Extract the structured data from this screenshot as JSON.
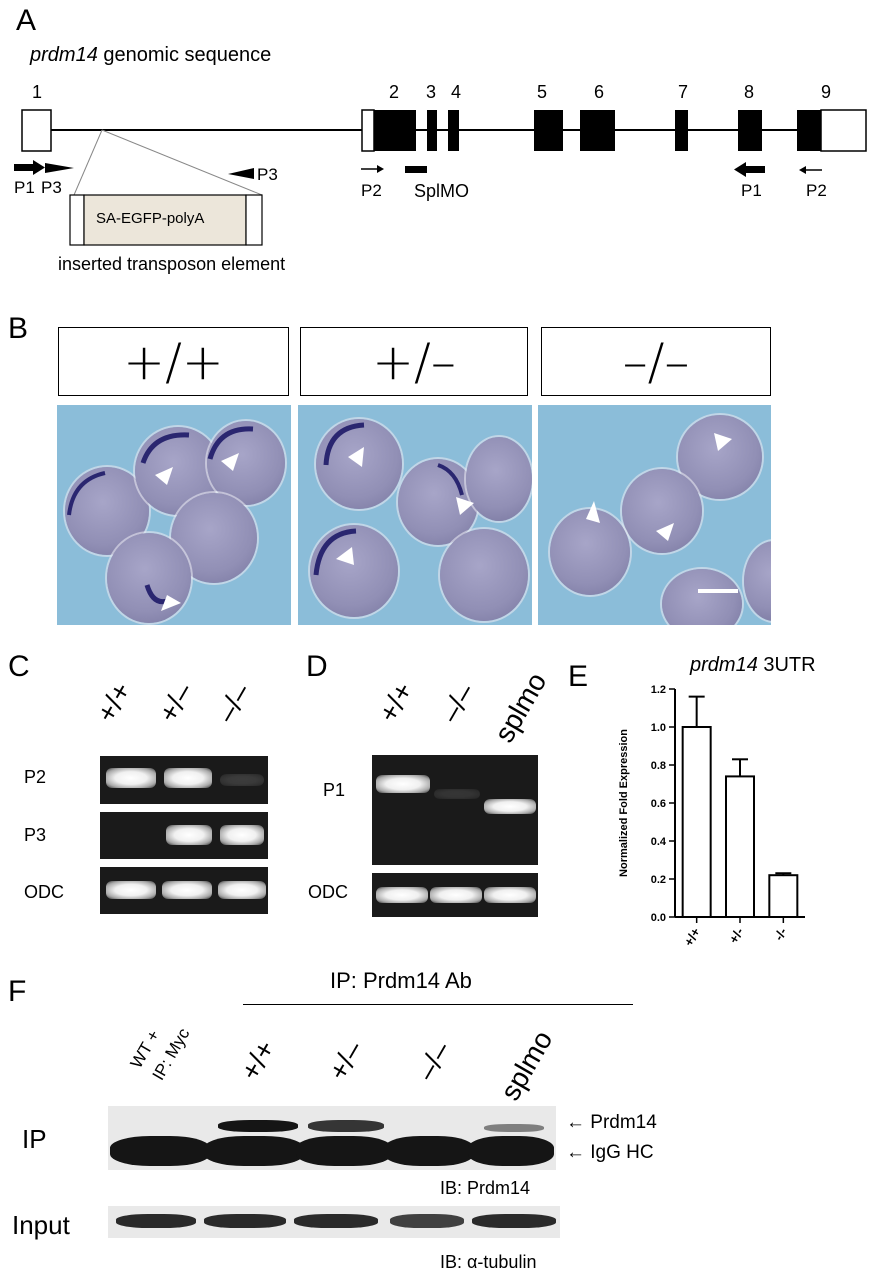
{
  "panelA": {
    "letter": "A",
    "title_italic": "prdm14",
    "title_rest": " genomic sequence",
    "exon_numbers": [
      "1",
      "2",
      "3",
      "4",
      "5",
      "6",
      "7",
      "8",
      "9"
    ],
    "primers": [
      "P1",
      "P3",
      "P3",
      "P2",
      "P1",
      "P2"
    ],
    "splmo": "SplMO",
    "cassette": "SA-EGFP-polyA",
    "transposon_label": "inserted transposon element"
  },
  "panelB": {
    "letter": "B",
    "genotypes": [
      "+/+",
      "+/–",
      "–/–"
    ]
  },
  "panelC": {
    "letter": "C",
    "lanes": [
      "+/+",
      "+/–",
      "–/–"
    ],
    "rows": [
      "P2",
      "P3",
      "ODC"
    ]
  },
  "panelD": {
    "letter": "D",
    "lanes": [
      "+/+",
      "–/–",
      "splmo"
    ],
    "rows": [
      "P1",
      "ODC"
    ]
  },
  "panelE": {
    "letter": "E",
    "title_italic": "prdm14",
    "title_rest": " 3UTR"
  },
  "panelF": {
    "letter": "F",
    "ip_header": "IP: Prdm14 Ab",
    "control_lane_line1": "WT +",
    "control_lane_line2": "IP: Myc",
    "lanes": [
      "+/+",
      "+/–",
      "–/–",
      "splmo"
    ],
    "row_ip": "IP",
    "row_input": "Input",
    "arrow_prdm14": "←  Prdm14",
    "arrow_igg": "←  IgG HC",
    "ib_prdm14": "IB: Prdm14",
    "ib_tubulin": "IB: α-tubulin"
  },
  "chart_data": {
    "type": "bar",
    "title": "prdm14 3UTR",
    "categories": [
      "+/+",
      "+/-",
      "-/-"
    ],
    "values": [
      1.0,
      0.74,
      0.22
    ],
    "errors": [
      0.16,
      0.09,
      0.01
    ],
    "ylabel": "Normalized Fold Expression",
    "ylim": [
      0,
      1.2
    ],
    "yticks": [
      "0.0",
      "0.2",
      "0.4",
      "0.6",
      "0.8",
      "1.0",
      "1.2"
    ]
  }
}
